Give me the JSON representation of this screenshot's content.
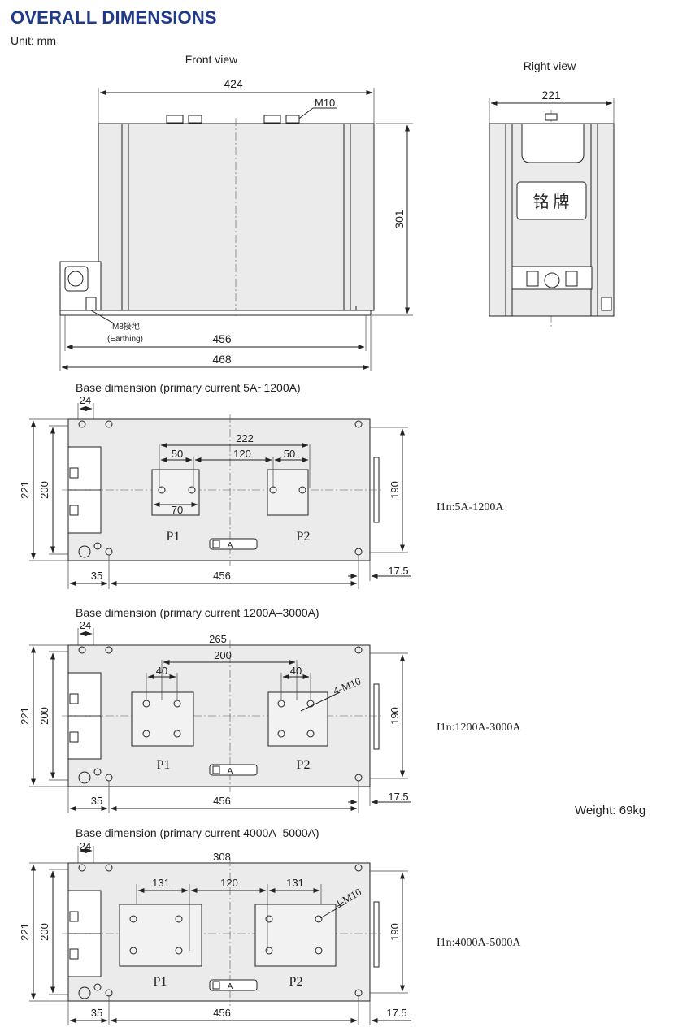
{
  "header": {
    "title": "OVERALL DIMENSIONS",
    "unit": "Unit: mm"
  },
  "front_view": {
    "label": "Front view",
    "dim_width_top": "424",
    "bolt_label": "M10",
    "dim_height": "301",
    "earthing_label": "M8接地",
    "earthing_sub": "(Earthing)",
    "dim_456": "456",
    "dim_468": "468"
  },
  "right_view": {
    "label": "Right view",
    "dim_width": "221",
    "nameplate": "铭 牌"
  },
  "bases": [
    {
      "title": "Base dimension (primary current 5A~1200A)",
      "d24": "24",
      "d221": "221",
      "d200": "200",
      "d190": "190",
      "d35": "35",
      "d456": "456",
      "d17_5": "17.5",
      "d_total": "222",
      "d_left": "50",
      "d_mid": "120",
      "d_right": "50",
      "d_pad": "70",
      "p1": "P1",
      "p2": "P2",
      "marker": "A",
      "range": "I1n:5A-1200A"
    },
    {
      "title": "Base dimension (primary current 1200A–3000A)",
      "d24": "24",
      "d221": "221",
      "d200": "200",
      "d190": "190",
      "d35": "35",
      "d456": "456",
      "d17_5": "17.5",
      "d_outer": "265",
      "d_total": "200",
      "d_left": "40",
      "d_right": "40",
      "holes": "4-M10",
      "p1": "P1",
      "p2": "P2",
      "marker": "A",
      "range": "I1n:1200A-3000A"
    },
    {
      "title": "Base dimension (primary current 4000A–5000A)",
      "d24": "24",
      "d221": "221",
      "d200": "200",
      "d190": "190",
      "d35": "35",
      "d456": "456",
      "d17_5": "17.5",
      "d_outer": "308",
      "d_left": "131",
      "d_mid": "120",
      "d_right": "131",
      "holes": "4-M10",
      "p1": "P1",
      "p2": "P2",
      "marker": "A",
      "range": "I1n:4000A-5000A"
    }
  ],
  "weight": "Weight:  69kg"
}
